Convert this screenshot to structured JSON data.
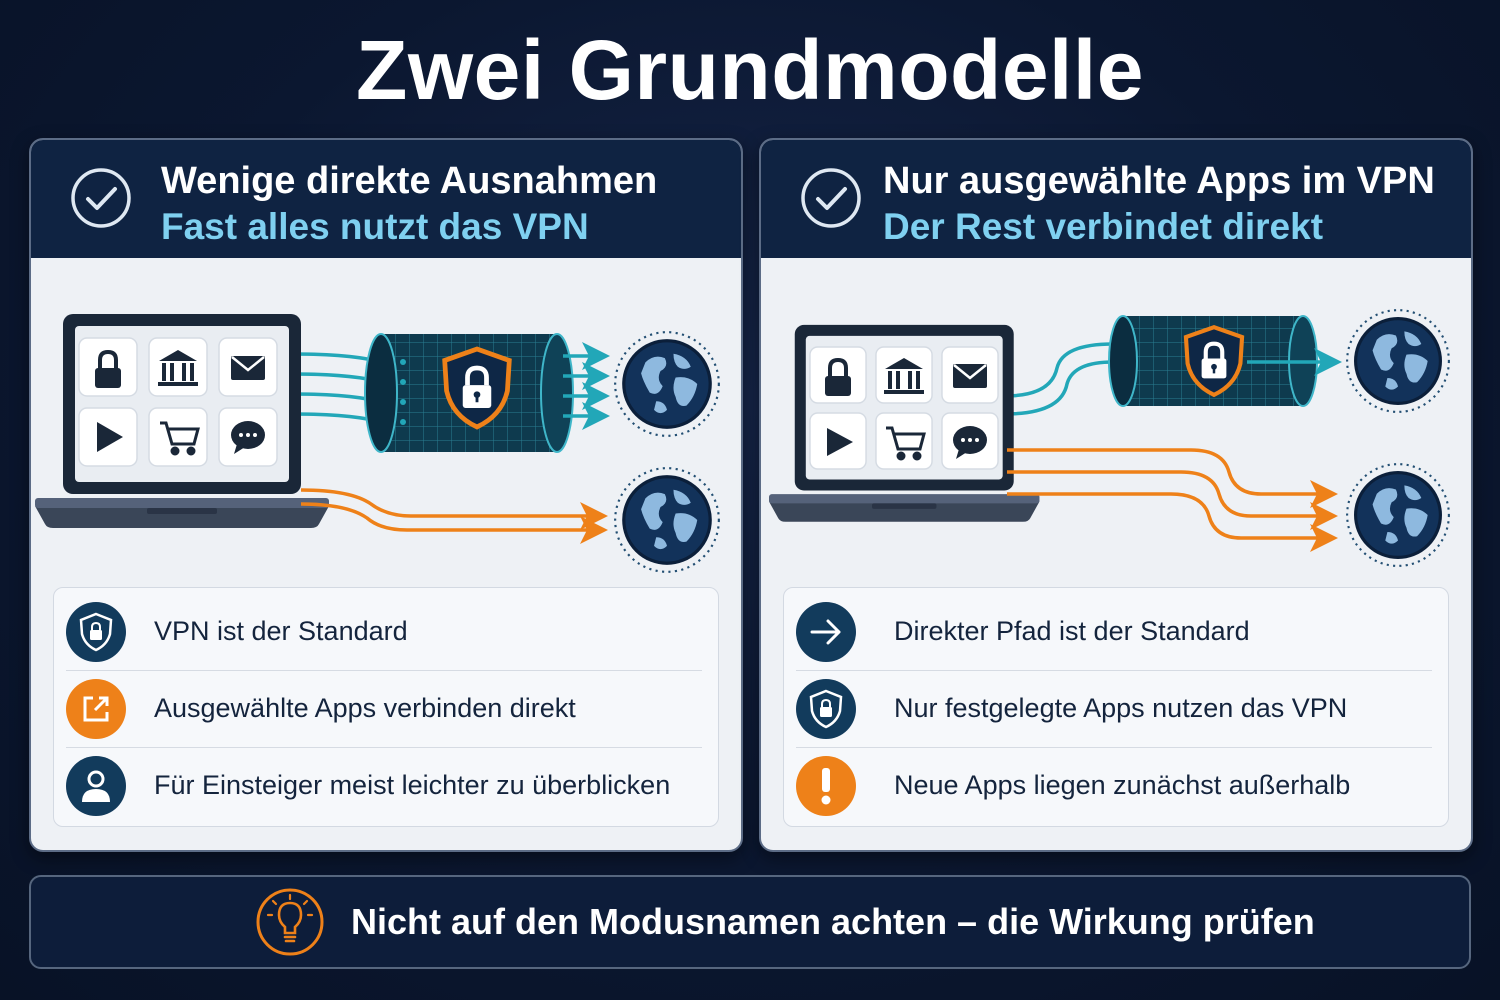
{
  "title": "Zwei Grundmodelle",
  "colors": {
    "background": "#0b1730",
    "header": "#0f2342",
    "accent_teal": "#22a7b8",
    "accent_orange": "#ee8119",
    "subtitle": "#7fd0f0"
  },
  "left_panel": {
    "title": "Wenige direkte Ausnahmen",
    "subtitle": "Fast alles nutzt das VPN",
    "app_icons": [
      "lock-icon",
      "bank-icon",
      "mail-icon",
      "play-icon",
      "cart-icon",
      "chat-icon"
    ],
    "items": [
      {
        "icon": "shield-lock-icon",
        "text": "VPN ist der Standard"
      },
      {
        "icon": "external-link-icon",
        "text": "Ausgewählte Apps verbinden direkt"
      },
      {
        "icon": "user-icon",
        "text": "Für Einsteiger meist leichter zu überblicken"
      }
    ]
  },
  "right_panel": {
    "title": "Nur ausgewählte Apps im VPN",
    "subtitle": "Der Rest verbindet direkt",
    "app_icons": [
      "lock-icon",
      "bank-icon",
      "mail-icon",
      "play-icon",
      "cart-icon",
      "chat-icon"
    ],
    "items": [
      {
        "icon": "arrow-right-icon",
        "text": "Direkter Pfad ist der Standard"
      },
      {
        "icon": "shield-lock-icon",
        "text": "Nur festgelegte Apps nutzen das VPN"
      },
      {
        "icon": "warning-icon",
        "text": "Neue Apps liegen zunächst außerhalb"
      }
    ]
  },
  "footer": {
    "icon": "lightbulb-icon",
    "text": "Nicht auf den Modusnamen achten – die Wirkung prüfen"
  }
}
